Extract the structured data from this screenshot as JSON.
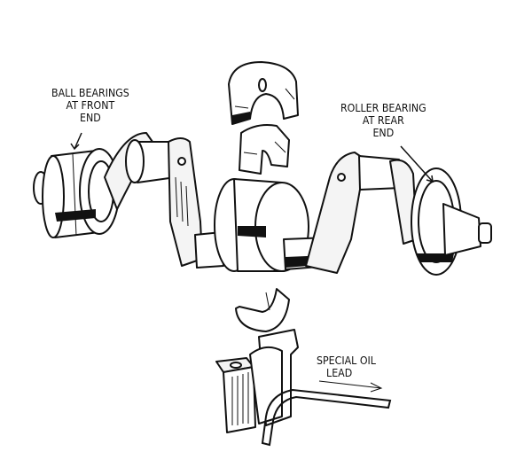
{
  "labels": {
    "front": [
      "BALL BEARINGS",
      "AT FRONT",
      "END"
    ],
    "rear": [
      "ROLLER BEARING",
      "AT REAR",
      "END"
    ],
    "oil": [
      "SPECIAL OIL",
      "LEAD"
    ]
  }
}
